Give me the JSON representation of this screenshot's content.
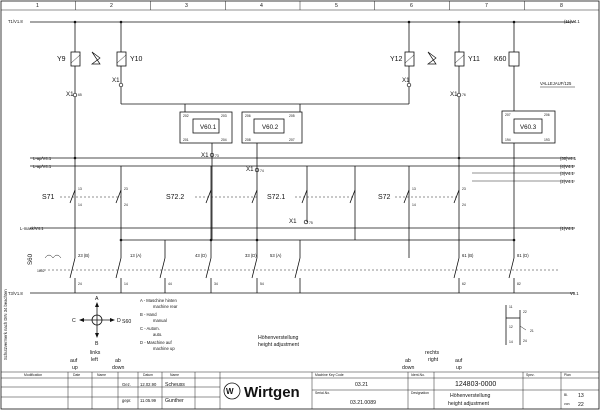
{
  "grid": {
    "columns": [
      "1",
      "2",
      "3",
      "4",
      "5",
      "6",
      "7",
      "8"
    ]
  },
  "rails": {
    "top": {
      "left": "T1/V1.8",
      "right": "(11)V4.1"
    },
    "bottom": {
      "left": "T3/V1.8",
      "right": "V1.1"
    },
    "left_feed_1": "L-ap/V4.1",
    "left_feed_2": "L-ap/V4.1",
    "left_feed_3": "L-mask/V4.1",
    "right_1": "(30)V4.1",
    "right_2": "(4)V4.1",
    "right_3": "(3)V4.1",
    "right_4": "(2)V4.1",
    "right_5": "(1)V4.1",
    "ventil_out": "VALLEJAUF/125"
  },
  "valves": {
    "y9": "Y9",
    "y10": "Y10",
    "y12": "Y12",
    "y11": "Y11",
    "k60": "K60",
    "pins_a": "1",
    "pins_b": "2"
  },
  "connectors": {
    "x1": "X1",
    "x1_pin_a": "65",
    "x1_pin_b": "76",
    "x1_pin_c": "73",
    "x1_pin_d": "74",
    "x1_pin_e": "75"
  },
  "diode_blocks": [
    {
      "label": "V60.1",
      "pins": [
        "202",
        "203",
        "201",
        "204"
      ]
    },
    {
      "label": "V60.2",
      "pins": [
        "206",
        "205",
        "208",
        "207"
      ]
    },
    {
      "label": "V60.3",
      "pins": [
        "207",
        "206",
        "194",
        "193"
      ]
    }
  ],
  "switches": {
    "s71": "S71",
    "s72_2": "S72.2",
    "s72_1": "S72.1",
    "s72": "S72",
    "s60": "S60",
    "s60_note": "1602",
    "s71_pins": [
      "13",
      "14",
      "23",
      "24"
    ],
    "s72_pins": [
      "13",
      "14",
      "23",
      "24"
    ],
    "k60_contact": "K60",
    "k60_pins": [
      "11",
      "14"
    ]
  },
  "selector": {
    "positions": [
      "23 (B)",
      "13 (A)",
      "43 (D)",
      "33 (D)",
      "53 (A)",
      "61 (B)",
      "81 (D)"
    ],
    "pins_low": [
      "24",
      "14",
      "44",
      "34",
      "54",
      "62",
      "82"
    ]
  },
  "legend": {
    "a": "A - Maschine  hinten",
    "a2": "machine   rear",
    "b": "B - Hand",
    "b2": "manual",
    "c": "C - Autom.",
    "c2": "auto.",
    "d": "D - Maschine  auf",
    "d2": "machine  up",
    "joystick_label": "S60",
    "dir_up": "A",
    "dir_down": "B",
    "dir_left": "C",
    "dir_right": "D"
  },
  "bottom_labels": {
    "links": "links",
    "left": "left",
    "auf": "auf",
    "up": "up",
    "ab": "ab",
    "down": "down",
    "hoehe": "Höhenverstellung",
    "hoehe_en": "height adjustment",
    "rechts": "rechts",
    "right": "right",
    "ab_r": "ab",
    "down_r": "down",
    "auf_r": "auf",
    "up_r": "up"
  },
  "side_note": "Schutzvermerk nach DIN 34 beachten",
  "contact_symbol": {
    "pins": [
      "11",
      "12",
      "14",
      "22",
      "24",
      "21"
    ],
    "nos": [
      "13",
      "14",
      "2"
    ]
  },
  "title_block": {
    "headers": [
      "Modification",
      "Date",
      "Name",
      "",
      "Datum",
      "Name"
    ],
    "row1": {
      "label": "Gez.",
      "date": "12.02.90",
      "name": "Scheuss"
    },
    "row2": {
      "label": "gepr.",
      "date": "11.05.99",
      "name": "Gunther"
    },
    "company": "Wirtgen",
    "machine_key_label": "Machine Key Code",
    "machine_key": "03.21",
    "serial_label": "Serial-No.",
    "serial": "03.21.0089",
    "ident_label": "Ident-No.",
    "ident": "124803-0000",
    "desig_label": "Designation",
    "desig_1": "Höhenverstellung",
    "desig_2": "height adjustment",
    "spec_label": "Spez.",
    "page_label": "Plan",
    "bl_label": "Bl.",
    "bl": "13",
    "von_label": "von",
    "von": "22"
  },
  "colors": {
    "ink": "#111111",
    "paper": "#ffffff"
  }
}
